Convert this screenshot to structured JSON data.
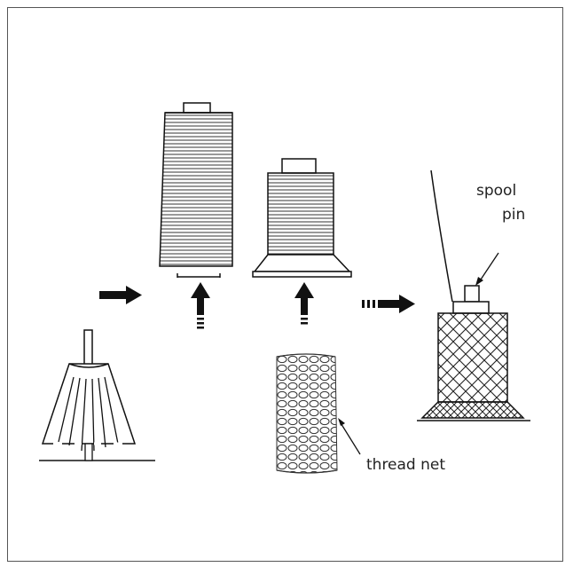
{
  "labels": {
    "spool": "spool",
    "pin": "pin",
    "thread_net": "thread net"
  }
}
